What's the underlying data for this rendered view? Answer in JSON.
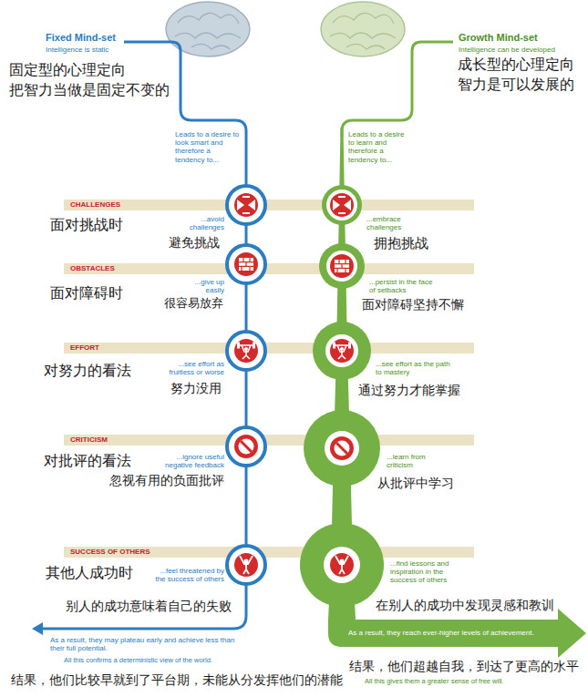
{
  "diagram": {
    "nodes": [
      {
        "text": [
          "CHALLENGES"
        ]
      },
      {
        "text": [
          "OBSTACLES"
        ]
      },
      {
        "text": [
          "EFFORT"
        ]
      },
      {
        "text": [
          "CRITICISM"
        ]
      },
      {
        "text": [
          "SUCCESS OF OTHERS"
        ]
      },
      {
        "text": [
          "As a result, they reach ever-higher levels of achievement."
        ]
      }
    ],
    "labels": [
      "Fixed Mind-set",
      "Intelligence is static",
      "固定型的心理定向",
      "把智力当做是固定不变的",
      "Growth Mind-set",
      "Intelligence can be developed",
      "成长型的心理定向",
      "智力是可以发展的",
      "Leads to a desire to look smart and therefore a tendency to...",
      "Leads to a desire to learn and therefore a tendency to...",
      "面对挑战时",
      "...avoid challenges",
      "避免挑战",
      "...embrace challenges",
      "拥抱挑战",
      "面对障碍时",
      "...give up easily",
      "很容易放弃",
      "...persist in the face of setbacks",
      "面对障碍坚持不懈",
      "对努力的看法",
      "...see effort as fruitless or worse",
      "努力没用",
      "...see effort as the path to mastery",
      "通过努力才能掌握",
      "对批评的看法",
      "...ignore useful negative feedback",
      "忽视有用的负面批评",
      "...learn from criticism",
      "从批评中学习",
      "其他人成功时",
      "...feel threatened by the success of others",
      "别人的成功意味着自己的失败",
      "...find lessons and inspiration in the success of others",
      "在别人的成功中发现灵感和教训",
      "As a result, they may plateau early and achieve less than their full potential.",
      "All this confirms a deterministic view of the world.",
      "结果，他们比较早就到了平台期，未能从分发挥他们的潜能",
      "结果，他们超越自我，到达了更高的水平",
      "All this gives them a greater sense of free will."
    ]
  }
}
